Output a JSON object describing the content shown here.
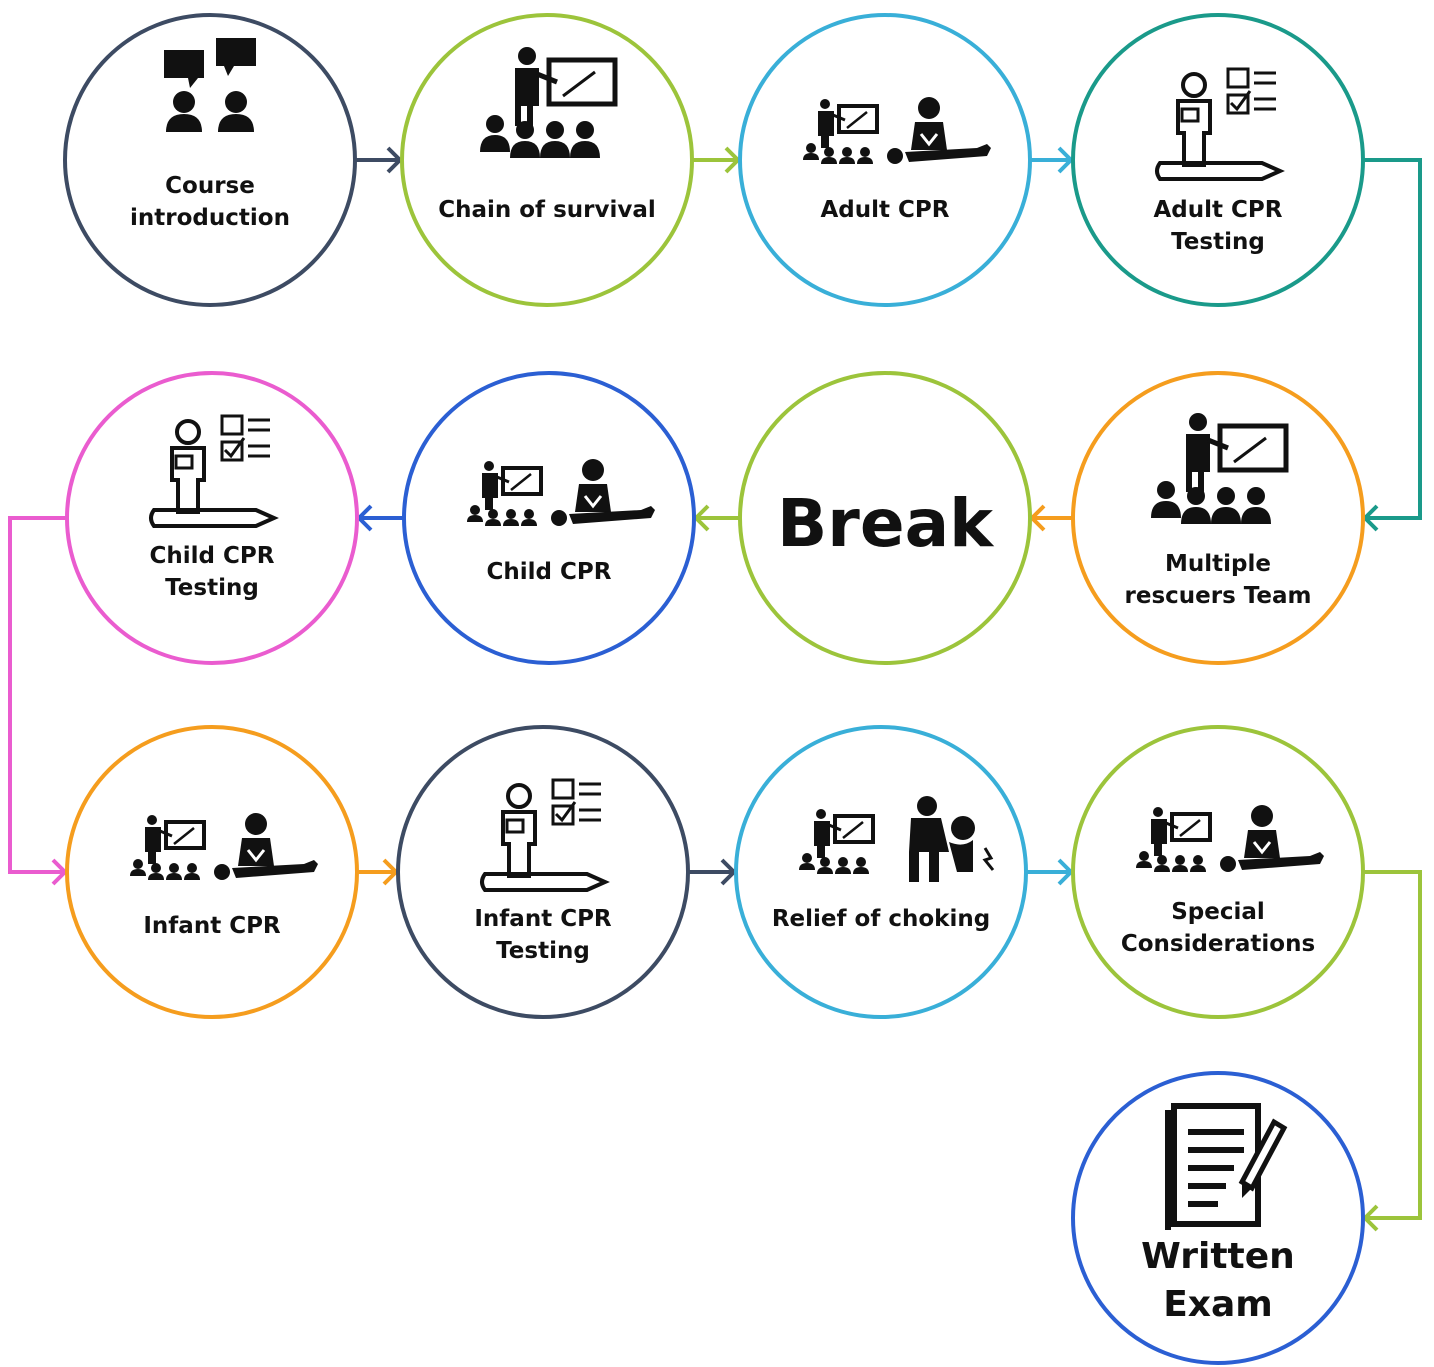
{
  "colors": {
    "slate": "#3d4b63",
    "lime": "#9cc43b",
    "sky": "#39afd8",
    "teal": "#1a9a8a",
    "orange": "#f59d1e",
    "blue": "#2b5fd3",
    "pink": "#ea5ccf",
    "ink": "#111111"
  },
  "steps": [
    {
      "id": "course-introduction",
      "lines": [
        "Course",
        "introduction"
      ],
      "color": "slate",
      "icon": "discussion-icon"
    },
    {
      "id": "chain-of-survival",
      "lines": [
        "Chain of survival"
      ],
      "color": "lime",
      "icon": "presentation-icon"
    },
    {
      "id": "adult-cpr",
      "lines": [
        "Adult CPR"
      ],
      "color": "sky",
      "icon": "class-cpr-icon"
    },
    {
      "id": "adult-cpr-testing",
      "lines": [
        "Adult CPR",
        "Testing"
      ],
      "color": "teal",
      "icon": "testing-icon"
    },
    {
      "id": "multiple-rescuers-team",
      "lines": [
        "Multiple",
        "rescuers Team"
      ],
      "color": "orange",
      "icon": "presentation-icon"
    },
    {
      "id": "break",
      "lines": [
        "Break"
      ],
      "color": "lime",
      "icon": ""
    },
    {
      "id": "child-cpr",
      "lines": [
        "Child CPR"
      ],
      "color": "blue",
      "icon": "class-cpr-icon"
    },
    {
      "id": "child-cpr-testing",
      "lines": [
        "Child CPR",
        "Testing"
      ],
      "color": "pink",
      "icon": "testing-icon"
    },
    {
      "id": "infant-cpr",
      "lines": [
        "Infant CPR"
      ],
      "color": "orange",
      "icon": "class-cpr-icon"
    },
    {
      "id": "infant-cpr-testing",
      "lines": [
        "Infant CPR",
        "Testing"
      ],
      "color": "slate",
      "icon": "testing-icon"
    },
    {
      "id": "relief-of-choking",
      "lines": [
        "Relief of choking"
      ],
      "color": "sky",
      "icon": "class-choking-icon"
    },
    {
      "id": "special-considerations",
      "lines": [
        "Special",
        "Considerations"
      ],
      "color": "lime",
      "icon": "class-cpr-icon"
    },
    {
      "id": "written-exam",
      "lines": [
        "Written",
        "Exam"
      ],
      "color": "blue",
      "icon": "written-exam-icon"
    }
  ],
  "connectors": [
    {
      "from": "course-introduction",
      "to": "chain-of-survival",
      "color": "slate"
    },
    {
      "from": "chain-of-survival",
      "to": "adult-cpr",
      "color": "lime"
    },
    {
      "from": "adult-cpr",
      "to": "adult-cpr-testing",
      "color": "sky"
    },
    {
      "from": "adult-cpr-testing",
      "to": "multiple-rescuers-team",
      "color": "teal"
    },
    {
      "from": "multiple-rescuers-team",
      "to": "break",
      "color": "orange"
    },
    {
      "from": "break",
      "to": "child-cpr",
      "color": "lime"
    },
    {
      "from": "child-cpr",
      "to": "child-cpr-testing",
      "color": "blue"
    },
    {
      "from": "child-cpr-testing",
      "to": "infant-cpr",
      "color": "pink"
    },
    {
      "from": "infant-cpr",
      "to": "infant-cpr-testing",
      "color": "orange"
    },
    {
      "from": "infant-cpr-testing",
      "to": "relief-of-choking",
      "color": "slate"
    },
    {
      "from": "relief-of-choking",
      "to": "special-considerations",
      "color": "sky"
    },
    {
      "from": "special-considerations",
      "to": "written-exam",
      "color": "lime"
    }
  ]
}
